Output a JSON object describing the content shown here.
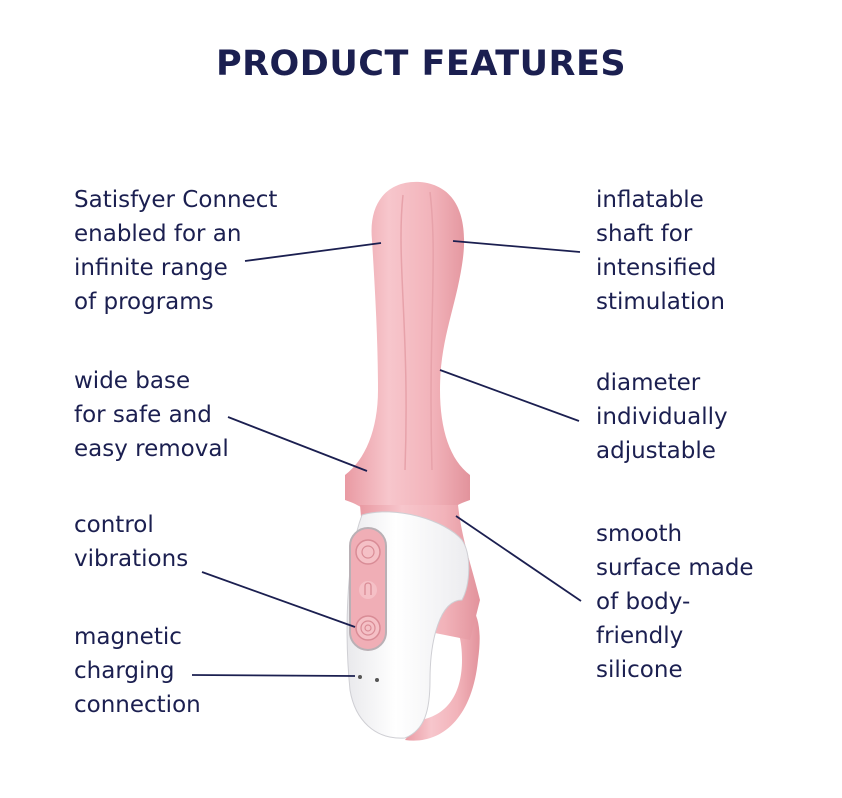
{
  "title": "PRODUCT FEATURES",
  "colors": {
    "text": "#1b1f50",
    "product_pink": "#f2b8be",
    "product_white": "#ffffff",
    "background": "#ffffff"
  },
  "features_left": [
    {
      "lines": [
        "Satisfyer Connect",
        "enabled for an",
        "infinite range",
        "of programs"
      ]
    },
    {
      "lines": [
        "wide base",
        "for safe and",
        "easy removal"
      ]
    },
    {
      "lines": [
        "control",
        "vibrations"
      ]
    },
    {
      "lines": [
        "magnetic",
        "charging",
        "connection"
      ]
    }
  ],
  "features_right": [
    {
      "lines": [
        "inflatable",
        "shaft for",
        "intensified",
        "stimulation"
      ]
    },
    {
      "lines": [
        "diameter",
        "individually",
        "adjustable"
      ]
    },
    {
      "lines": [
        "smooth",
        "surface made",
        "of body-",
        "friendly",
        "silicone"
      ]
    }
  ],
  "product": {
    "name": "product-illustration"
  }
}
